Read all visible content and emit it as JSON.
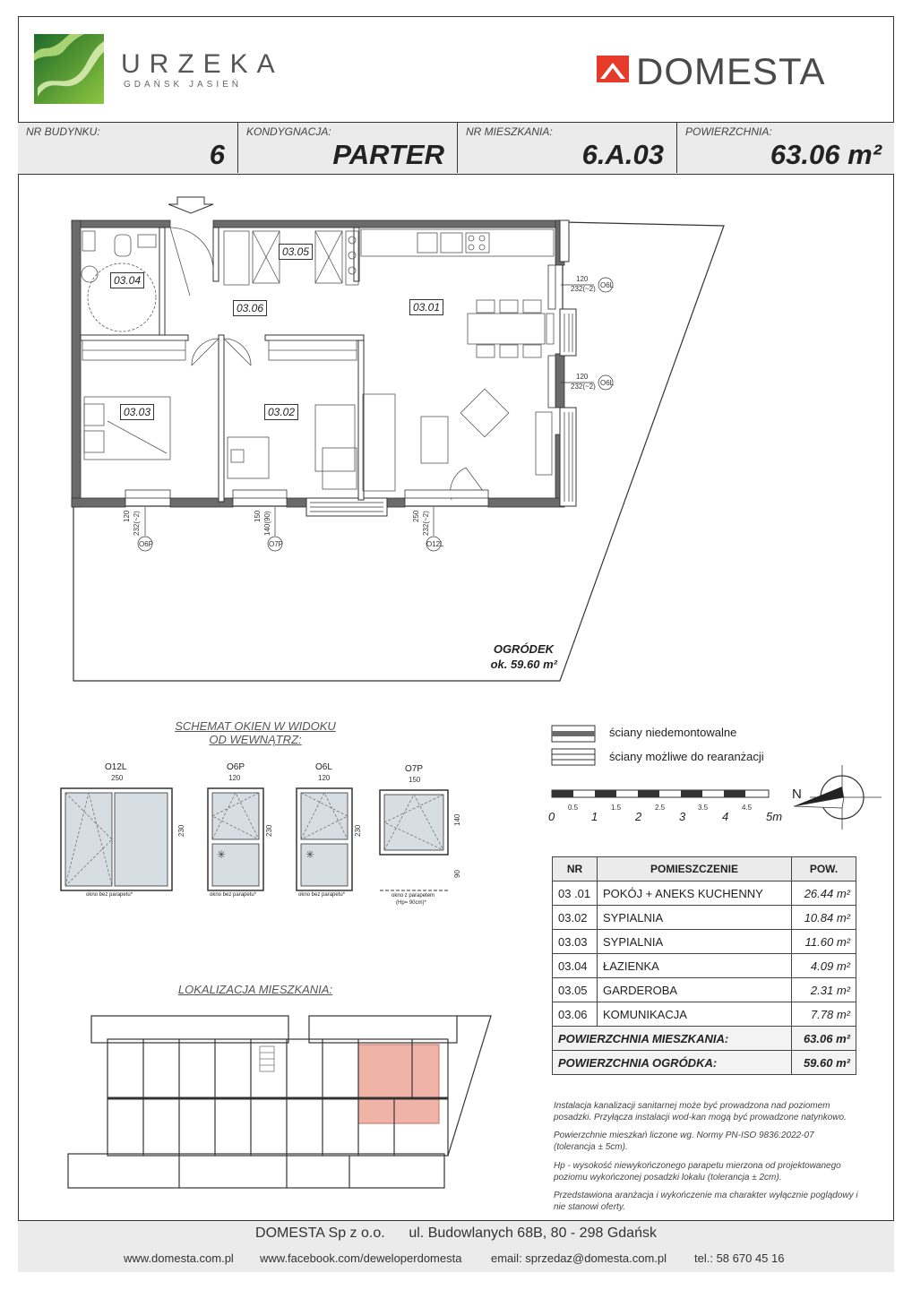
{
  "brand": {
    "name": "URZEKA",
    "subtitle": "GDAŃSK JASIEŃ",
    "developer": "DOMESTA"
  },
  "info": [
    {
      "label": "NR BUDYNKU:",
      "value": "6"
    },
    {
      "label": "KONDYGNACJA:",
      "value": "PARTER"
    },
    {
      "label": "NR MIESZKANIA:",
      "value": "6.A.03"
    },
    {
      "label": "POWIERZCHNIA:",
      "value": "63.06 m²"
    }
  ],
  "plan": {
    "rooms": [
      "03.01",
      "03.02",
      "03.03",
      "03.04",
      "03.05",
      "03.06"
    ],
    "window_notes": [
      {
        "w": "120",
        "h": "232(~2)",
        "tag": "O6L"
      },
      {
        "w": "120",
        "h": "232(~2)",
        "tag": "O6L"
      },
      {
        "w": "120",
        "h": "232(~2)",
        "tag": "O6P"
      },
      {
        "w": "150",
        "h": "140(90)",
        "tag": "O7P"
      },
      {
        "w": "250",
        "h": "232(~2)",
        "tag": "O12L"
      }
    ],
    "garden_label": "OGRÓDEK",
    "garden_area": "ok. 59.60 m²"
  },
  "windows_schema": {
    "title_line1": "SCHEMAT OKIEN W WIDOKU",
    "title_line2": "OD WEWNĄTRZ:",
    "items": [
      {
        "name": "O12L",
        "width": "250",
        "height": "230",
        "note": "okno bez parapetu*"
      },
      {
        "name": "O6P",
        "width": "120",
        "height": "230",
        "note": "okno bez parapetu*"
      },
      {
        "name": "O6L",
        "width": "120",
        "height": "230",
        "note": "okno bez parapetu*"
      },
      {
        "name": "O7P",
        "width": "150",
        "height": "140",
        "sill": "90",
        "note": "okno z parapetem",
        "note2": "(Hp= 90cm)*"
      }
    ]
  },
  "legend": {
    "walls_fixed": "ściany niedemontowalne",
    "walls_movable": "ściany możliwe do rearanżacji"
  },
  "scale": {
    "major": [
      "0",
      "1",
      "2",
      "3",
      "4",
      "5m"
    ],
    "minor": [
      "0.5",
      "1.5",
      "2.5",
      "3.5",
      "4.5"
    ]
  },
  "compass": {
    "label": "N"
  },
  "rooms_table": {
    "headers": [
      "NR",
      "POMIESZCZENIE",
      "POW."
    ],
    "rows": [
      {
        "nr": "03 .01",
        "name": "POKÓJ + ANEKS KUCHENNY",
        "area": "26.44 m²"
      },
      {
        "nr": "03.02",
        "name": "SYPIALNIA",
        "area": "10.84 m²"
      },
      {
        "nr": "03.03",
        "name": "SYPIALNIA",
        "area": "11.60 m²"
      },
      {
        "nr": "03.04",
        "name": "ŁAZIENKA",
        "area": "4.09 m²"
      },
      {
        "nr": "03.05",
        "name": "GARDEROBA",
        "area": "2.31 m²"
      },
      {
        "nr": "03.06",
        "name": "KOMUNIKACJA",
        "area": "7.78 m²"
      }
    ],
    "total_flat_label": "POWIERZCHNIA MIESZKANIA:",
    "total_flat_value": "63.06 m²",
    "total_garden_label": "POWIERZCHNIA OGRÓDKA:",
    "total_garden_value": "59.60 m²"
  },
  "notes": [
    "Instalacja kanalizacji sanitarnej może być prowadzona nad poziomem posadzki. Przyłącza instalacji wod-kan mogą być prowadzone natynkowo.",
    "Powierzchnie mieszkań liczone wg. Normy PN-ISO 9836:2022-07 (tolerancja ± 5cm).",
    "Hp - wysokość niewykończonego parapetu mierzona od projektowanego poziomu wykończonej posadzki lokalu (tolerancja ± 2cm).",
    "Przedstawiona aranżacja i wykończenie ma charakter wyłącznie poglądowy i nie stanowi oferty."
  ],
  "location_title": "LOKALIZACJA MIESZKANIA:",
  "footer": {
    "company": "DOMESTA Sp z o.o.",
    "address": "ul. Budowlanych 68B, 80 - 298 Gdańsk",
    "website": "www.domesta.com.pl",
    "facebook": "www.facebook.com/deweloperdomesta",
    "email": "email: sprzedaz@domesta.com.pl",
    "phone": "tel.: 58 670 45 16"
  },
  "colors": {
    "accent": "#e63a2a",
    "logo_green": "#4a9a3a",
    "highlight": "#f0b3a8",
    "bar": "#ebebeb"
  }
}
